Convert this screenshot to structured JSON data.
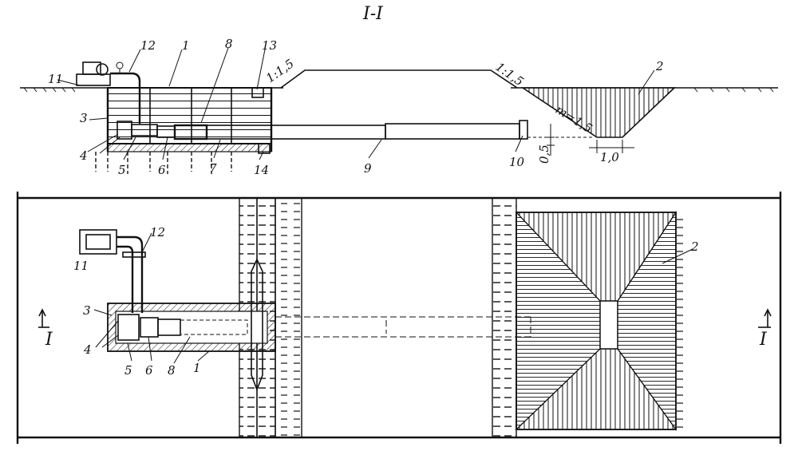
{
  "section_title": "I-I",
  "section_marks": {
    "left": "I",
    "right": "I"
  },
  "slopes": {
    "left": "1:1,5",
    "right": "1:1,5",
    "pit": "m=1,5"
  },
  "dimensions": {
    "depth": "0,5",
    "width": "1,0"
  },
  "section_labels": [
    {
      "id": "11",
      "text": "11"
    },
    {
      "id": "12",
      "text": "12"
    },
    {
      "id": "1",
      "text": "1"
    },
    {
      "id": "8",
      "text": "8"
    },
    {
      "id": "13",
      "text": "13"
    },
    {
      "id": "2",
      "text": "2"
    },
    {
      "id": "3",
      "text": "3"
    },
    {
      "id": "4",
      "text": "4"
    },
    {
      "id": "5",
      "text": "5"
    },
    {
      "id": "6",
      "text": "6"
    },
    {
      "id": "7",
      "text": "7"
    },
    {
      "id": "14",
      "text": "14"
    },
    {
      "id": "9",
      "text": "9"
    },
    {
      "id": "10",
      "text": "10"
    }
  ],
  "plan_labels": [
    {
      "id": "12",
      "text": "12"
    },
    {
      "id": "11",
      "text": "11"
    },
    {
      "id": "3",
      "text": "3"
    },
    {
      "id": "4",
      "text": "4"
    },
    {
      "id": "5",
      "text": "5"
    },
    {
      "id": "6",
      "text": "6"
    },
    {
      "id": "8",
      "text": "8"
    },
    {
      "id": "1",
      "text": "1"
    },
    {
      "id": "2",
      "text": "2"
    }
  ]
}
